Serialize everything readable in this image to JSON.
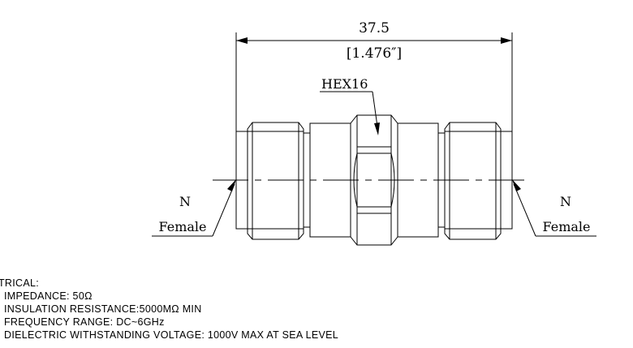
{
  "dimension": {
    "metric": "37.5",
    "imperial": "[1.476″]"
  },
  "hex_label": "HEX16",
  "left_connector": {
    "type": "N",
    "gender": "Female"
  },
  "right_connector": {
    "type": "N",
    "gender": "Female"
  },
  "specs": {
    "heading": "TRICAL:",
    "lines": [
      "IMPEDANCE:  50Ω",
      "INSULATION  RESISTANCE:5000MΩ  MIN",
      "FREQUENCY  RANGE:  DC~6GHz",
      "DIELECTRIC  WITHSTANDING  VOLTAGE:  1000V  MAX  AT  SEA  LEVEL"
    ]
  }
}
